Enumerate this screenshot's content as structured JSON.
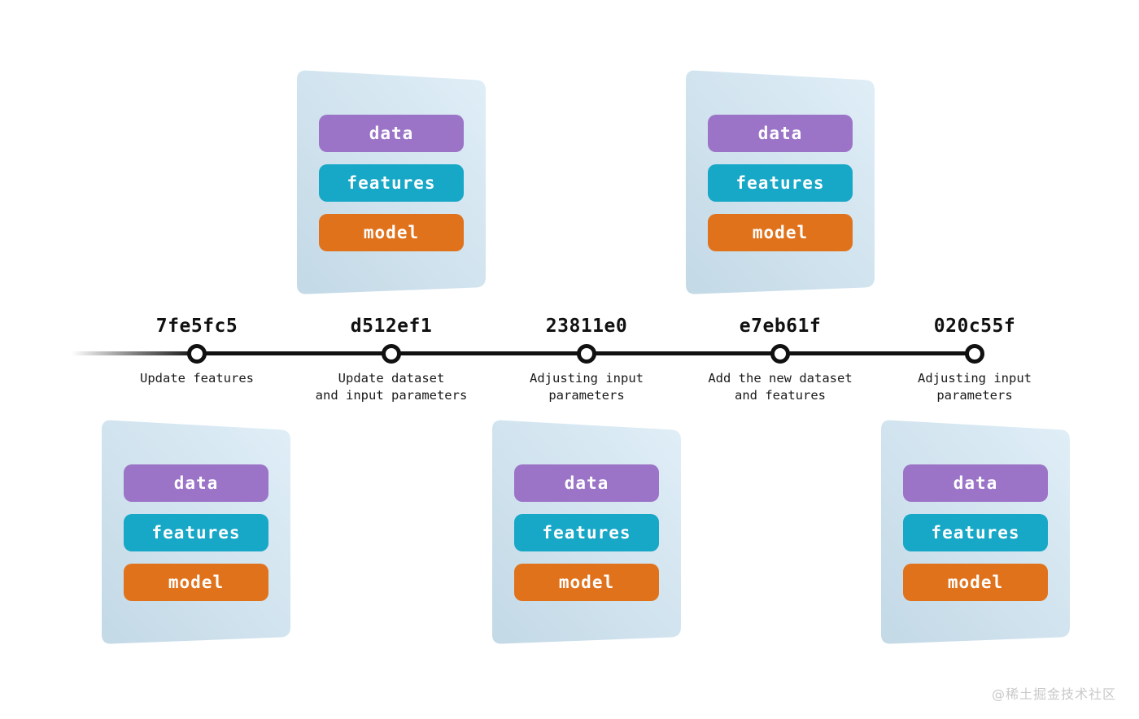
{
  "diagram": {
    "type": "dvc-versioning-timeline",
    "timeline": {
      "commits": [
        {
          "hash": "7fe5fc5",
          "message_line1": "Update features",
          "message_line2": "",
          "card_position": "below"
        },
        {
          "hash": "d512ef1",
          "message_line1": "Update dataset",
          "message_line2": "and input parameters",
          "card_position": "above"
        },
        {
          "hash": "23811e0",
          "message_line1": "Adjusting input",
          "message_line2": "parameters",
          "card_position": "below"
        },
        {
          "hash": "e7eb61f",
          "message_line1": "Add the new dataset",
          "message_line2": "and features",
          "card_position": "above"
        },
        {
          "hash": "020c55f",
          "message_line1": "Adjusting input",
          "message_line2": "parameters",
          "card_position": "below"
        }
      ]
    },
    "card_layers": [
      {
        "label": "data",
        "color": "#9b74c7"
      },
      {
        "label": "features",
        "color": "#17a7c7"
      },
      {
        "label": "model",
        "color": "#e0721c"
      }
    ],
    "colors": {
      "background": "#ffffff",
      "timeline_line": "#111111",
      "commit_dot_fill": "#ffffff",
      "commit_dot_ring": "#111111",
      "card_gradient_light": "#e0eef7",
      "card_gradient_dark": "#c3d9e6",
      "layer_data": "#9b74c7",
      "layer_features": "#17a7c7",
      "layer_model": "#e0721c",
      "text": "#111111",
      "watermark": "#c9c9c9"
    },
    "watermark_text": "@稀土掘金技术社区"
  }
}
